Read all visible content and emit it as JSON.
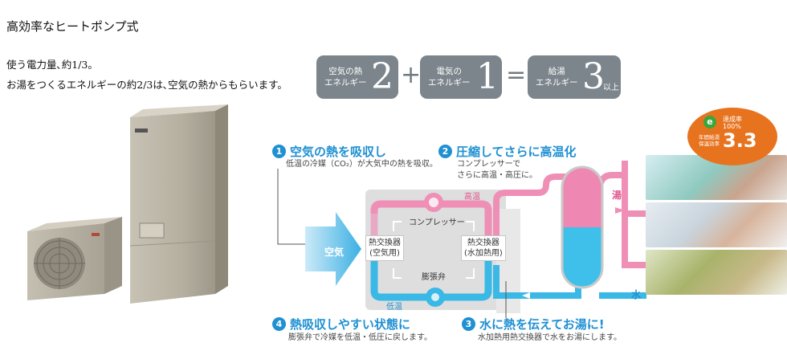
{
  "header": {
    "title": "高効率なヒートポンプ式"
  },
  "intro": {
    "line1": "使う電力量､約1/3。",
    "line2": "お湯をつくるエネルギーの約2/3は､空気の熱からもらいます。"
  },
  "equation": {
    "air_label_1": "空気の熱",
    "air_label_2": "エネルギー",
    "air_value": "2",
    "plus": "+",
    "elec_label_1": "電気の",
    "elec_label_2": "エネルギー",
    "elec_value": "1",
    "equals": "=",
    "hot_label_1": "給湯",
    "hot_label_2": "エネルギー",
    "hot_value": "3",
    "hot_suffix": "以上"
  },
  "badge": {
    "line1": "達成率",
    "line2": "100%",
    "line3": "年間給湯",
    "line4": "保温効率",
    "value": "3.3"
  },
  "steps": [
    {
      "num": "1",
      "title": "空気の熱を吸収し",
      "desc1": "低温の冷媒（CO₂）が大気中の熱を吸収。",
      "desc2": ""
    },
    {
      "num": "2",
      "title": "圧縮してさらに高温化",
      "desc1": "コンプレッサーで",
      "desc2": "さらに高温・高圧に。"
    },
    {
      "num": "3",
      "title": "水に熱を伝えてお湯に!",
      "desc1": "水加熱用熱交換器で水をお湯にします。",
      "desc2": ""
    },
    {
      "num": "4",
      "title": "熱吸収しやすい状態に",
      "desc1": "膨張弁で冷媒を低温・低圧に戻します。",
      "desc2": ""
    }
  ],
  "diagram": {
    "air": "空気",
    "high_temp": "高温",
    "low_temp": "低温",
    "compressor": "コンプレッサー",
    "hx_air_1": "熱交換器",
    "hx_air_2": "(空気用)",
    "hx_water_1": "熱交換器",
    "hx_water_2": "(水加熱用)",
    "expansion_valve": "膨張弁",
    "hot_water": "湯",
    "water": "水"
  },
  "colors": {
    "accent_blue": "#1f90d2",
    "pink": "#ef8fb6",
    "cyan": "#3ab8e6",
    "box_gray": "#7b858b",
    "badge_orange": "#e8731f",
    "badge_green": "#3ba63a"
  }
}
